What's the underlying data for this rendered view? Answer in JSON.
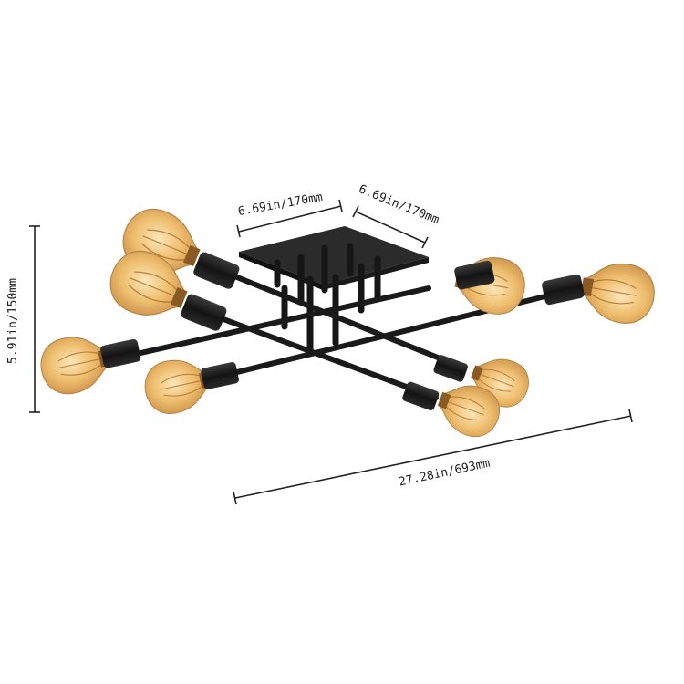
{
  "dimensions": {
    "canopy_front": "6.69in/170mm",
    "canopy_side": "6.69in/170mm",
    "height": "5.91in/150mm",
    "length": "27.28in/693mm"
  },
  "colors": {
    "metal": "#1c1c1c",
    "bulb_glass": "#e8b86a",
    "bulb_glow": "#f6dca2",
    "filament": "#b5651d",
    "dimension_line": "#222222"
  }
}
